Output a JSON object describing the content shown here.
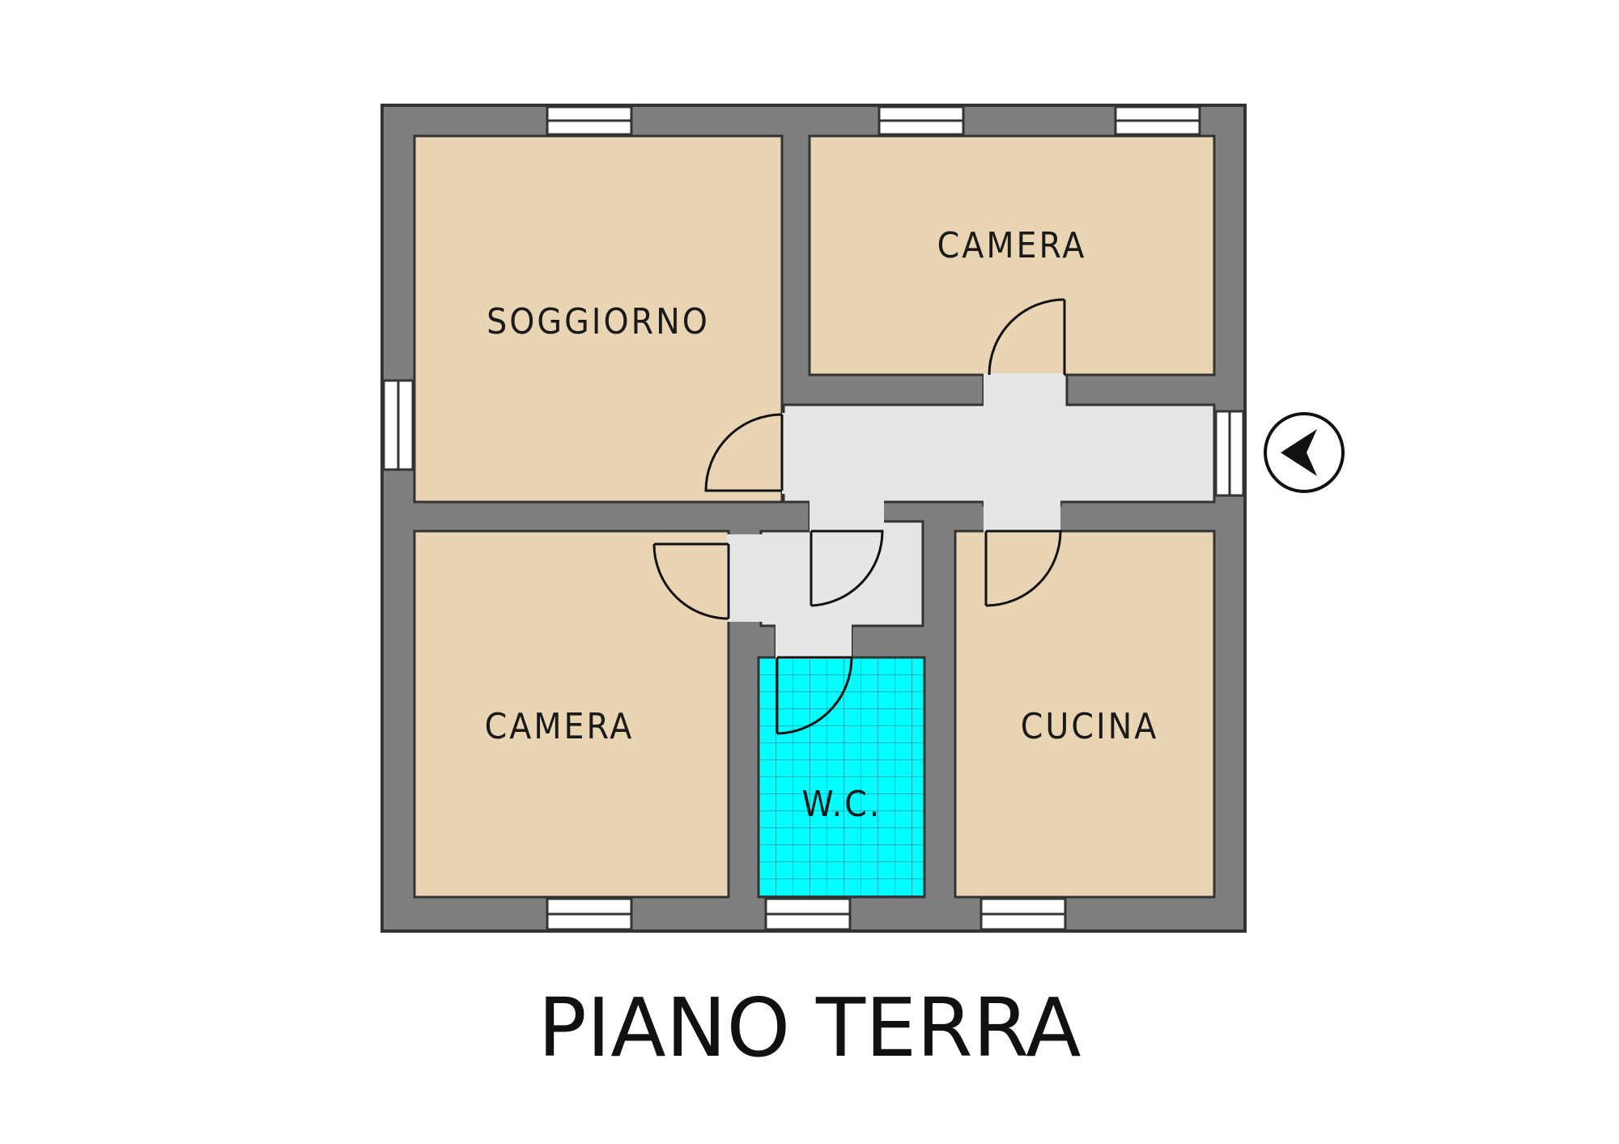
{
  "title": "PIANO TERRA",
  "colors": {
    "wall": "#7f7f7f",
    "wall_edge": "#333333",
    "room": "#e9d5b3",
    "corridor": "#e6e6e6",
    "bath": "#00ffff",
    "bath_grid": "#1c6f7f",
    "window": "#ffffff",
    "door": "#111111"
  },
  "rooms": {
    "soggiorno": "SOGGIORNO",
    "camera_top": "CAMERA",
    "camera_bottom": "CAMERA",
    "wc": "W.C.",
    "cucina": "CUCINA"
  },
  "icons": {
    "entrance": "entrance-arrow-icon"
  }
}
